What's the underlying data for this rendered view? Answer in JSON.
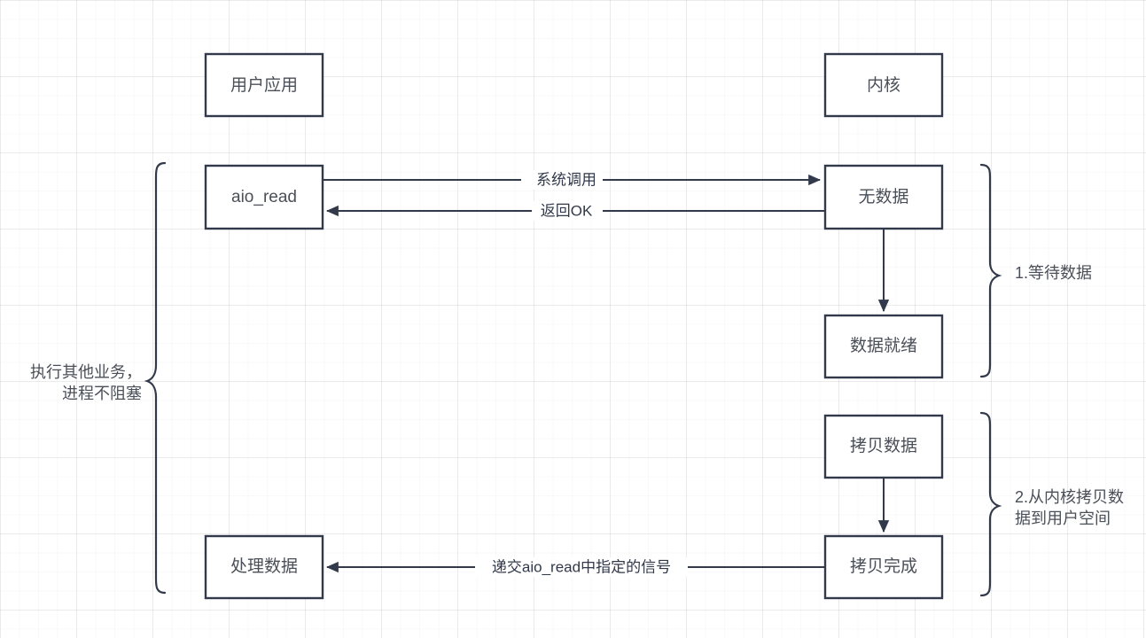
{
  "diagram": {
    "title_hidden": "",
    "colors": {
      "stroke": "#31394a",
      "text": "#4a4f58",
      "node_fill": "#ffffff",
      "canvas": "#ffffff",
      "grid_major": "rgba(0,0,0,0.055)",
      "grid_minor": "rgba(0,0,0,0.022)"
    },
    "nodes": {
      "user_app": "用户应用",
      "kernel": "内核",
      "aio_read": "aio_read",
      "no_data": "无数据",
      "data_ready": "数据就绪",
      "copy_data": "拷贝数据",
      "copy_done": "拷贝完成",
      "process_data": "处理数据"
    },
    "edges": {
      "syscall": "系统调用",
      "return_ok": "返回OK",
      "signal": "递交aio_read中指定的信号"
    },
    "braces": {
      "left_note_line1": "执行其他业务，",
      "left_note_line2": "进程不阻塞",
      "right_phase1": "1.等待数据",
      "right_phase2_line1": "2.从内核拷贝数",
      "right_phase2_line2": "据到用户空间"
    }
  }
}
